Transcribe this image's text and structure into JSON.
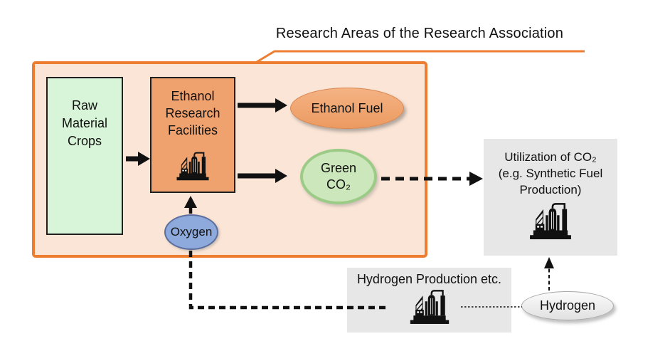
{
  "title": "Research Areas of the Research Association",
  "research_area": {
    "raw_material_crops": {
      "label": "Raw\nMaterial\nCrops"
    },
    "ethanol_research_facilities": {
      "label": "Ethanol\nResearch\nFacilities",
      "icon": "industrial-plant-icon"
    },
    "ethanol_fuel": {
      "label": "Ethanol Fuel"
    },
    "green_co2": {
      "label": "Green\nCO₂"
    }
  },
  "oxygen": {
    "label": "Oxygen"
  },
  "co2_utilization": {
    "label": "Utilization of CO₂\n(e.g. Synthetic Fuel\nProduction)",
    "icon": "industrial-plant-icon"
  },
  "hydrogen_production": {
    "label": "Hydrogen Production etc.",
    "icon": "industrial-plant-icon"
  },
  "hydrogen": {
    "label": "Hydrogen"
  },
  "colors": {
    "accent_orange": "#ED7D31",
    "research_area_fill": "#FBE5D6",
    "crops_fill": "#D9F5D9",
    "ethanol_box_fill": "#F0A26E",
    "ethanol_fuel_fill": "#F0A575",
    "green_co2_fill": "#CCE7BB",
    "green_co2_border": "#9CCB87",
    "oxygen_fill": "#8EA9DB",
    "gray_box_fill": "#E8E7E7",
    "arrow_color": "#111111"
  }
}
